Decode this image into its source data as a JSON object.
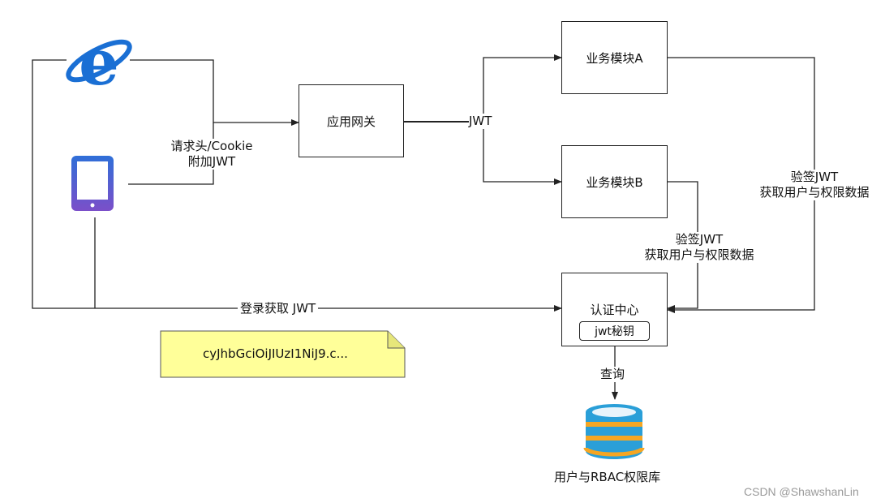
{
  "nodes": {
    "gateway": "应用网关",
    "module_a": "业务模块A",
    "module_b": "业务模块B",
    "auth_center": "认证中心",
    "jwt_secret": "jwt秘钥",
    "database": "用户与RBAC权限库"
  },
  "edge_labels": {
    "request_header_line1": "请求头/Cookie",
    "request_header_line2": "附加JWT",
    "jwt": "JWT",
    "verify_a_line1": "验签JWT",
    "verify_a_line2": "获取用户与权限数据",
    "verify_b_line1": "验签JWT",
    "verify_b_line2": "获取用户与权限数据",
    "login": "登录获取 JWT",
    "query": "查询"
  },
  "token_note": "cyJhbGciOiJIUzI1NiJ9.c...",
  "icons": [
    "ie-browser-icon",
    "tablet-icon",
    "database-icon"
  ],
  "colors": {
    "ie_blue": "#1a6fd4",
    "tablet_blue": "#2f6fd8",
    "tablet_purple": "#7b4fc9",
    "note_yellow": "#ffff99",
    "db_blue": "#2a9fd8",
    "db_orange": "#f5a623"
  },
  "watermark": "CSDN @ShawshanLin"
}
